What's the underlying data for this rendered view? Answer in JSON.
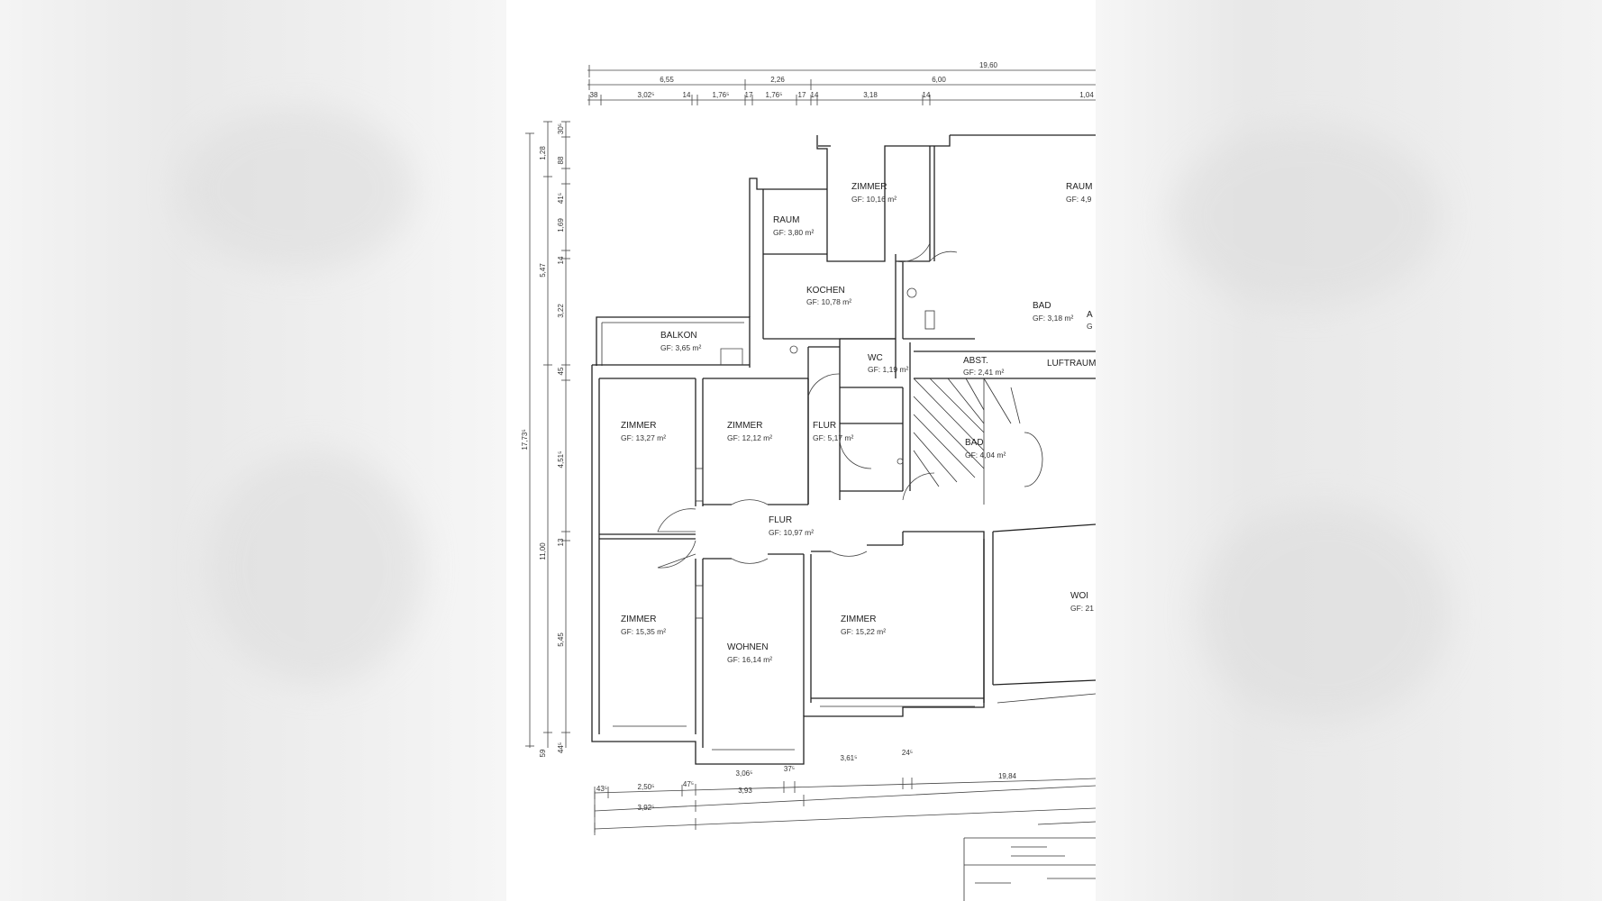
{
  "rooms": {
    "zimmer_top": {
      "name": "ZIMMER",
      "area": "GF: 10,16 m²"
    },
    "raum_top_right": {
      "name": "RAUM",
      "area": "GF: 4,9"
    },
    "raum": {
      "name": "RAUM",
      "area": "GF: 3,80 m²"
    },
    "kochen": {
      "name": "KOCHEN",
      "area": "GF: 10,78 m²"
    },
    "bad_top": {
      "name": "BAD",
      "area": "GF: 3,18 m²"
    },
    "a_cut": {
      "name": "A",
      "area": "G"
    },
    "balkon": {
      "name": "BALKON",
      "area": "GF: 3,65 m²"
    },
    "wc": {
      "name": "WC",
      "area": "GF: 1,19 m²"
    },
    "abst": {
      "name": "ABST.",
      "area": "GF: 2,41 m²"
    },
    "luftraum": {
      "name": "LUFTRAUM"
    },
    "zimmer_left": {
      "name": "ZIMMER",
      "area": "GF: 13,27 m²"
    },
    "zimmer_mid": {
      "name": "ZIMMER",
      "area": "GF: 12,12 m²"
    },
    "flur_small": {
      "name": "FLUR",
      "area": "GF: 5,17 m²"
    },
    "bad_mid": {
      "name": "BAD",
      "area": "GF: 4,04 m²"
    },
    "flur_main": {
      "name": "FLUR",
      "area": "GF: 10,97 m²"
    },
    "zimmer_bl": {
      "name": "ZIMMER",
      "area": "GF: 15,35 m²"
    },
    "wohnen": {
      "name": "WOHNEN",
      "area": "GF: 16,14 m²"
    },
    "zimmer_br": {
      "name": "ZIMMER",
      "area": "GF: 15,22 m²"
    },
    "wohnen_cut": {
      "name": "WOI",
      "area": "GF: 21"
    }
  },
  "dimensions": {
    "top_overall": "19,60",
    "top_row2": [
      "6,55",
      "2,26",
      "6,00"
    ],
    "top_row3": [
      "38",
      "3,02⁵",
      "14",
      "1,76⁵",
      "17",
      "1,76⁵",
      "17",
      "14",
      "3,18",
      "14",
      "1,04"
    ],
    "left_outer": [
      "17,73⁵"
    ],
    "left_row1": [
      "1,28",
      "5,47",
      "11,00",
      "59"
    ],
    "left_row2": [
      "30⁵",
      "88",
      "41⁵",
      "1,69",
      "14",
      "3,22",
      "45",
      "4,51⁵",
      "13",
      "5,45",
      "44⁵"
    ],
    "bottom_row1": [
      "43⁵",
      "2,50⁵",
      "47⁵",
      "3,06⁵",
      "37⁵",
      "3,61⁵",
      "24⁵"
    ],
    "bottom_row2": [
      "3,93",
      "19,84"
    ],
    "bottom_row3": [
      "3,92⁵"
    ]
  }
}
